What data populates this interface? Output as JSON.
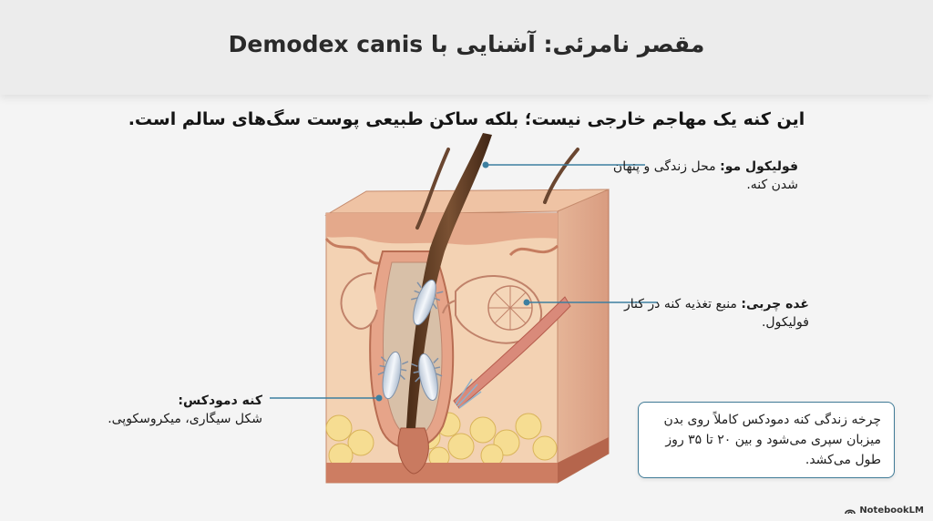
{
  "title": "مقصر نامرئی: آشنایی با Demodex canis",
  "subtitle": "این کنه یک مهاجم خارجی نیست؛ بلکه ساکن طبیعی پوست سگ‌های سالم است.",
  "labels": {
    "hair_follicle": {
      "term": "فولیکول مو:",
      "text": "محل زندگی و پنهان شدن کنه."
    },
    "sebaceous_gland": {
      "term": "غده چربی:",
      "text": "منبع تغذیه کنه در کنار فولیکول."
    },
    "demodex_mite": {
      "term": "کنه دمودکس:",
      "text": "شکل سیگاری، میکروسکوپی."
    }
  },
  "info_box": {
    "text": "چرخه زندگی کنه دمودکس کاملاً روی بدن میزبان سپری می‌شود و بین ۲۰ تا ۳۵ روز طول می‌کشد."
  },
  "brand": "NotebookLM",
  "colors": {
    "leader_line": "#3d7fa0",
    "skin_top": "#e8b79a",
    "dermis": "#f2cfae",
    "fat": "#f5dc8f",
    "hair": "#6b4426",
    "mite": "#dfe6ef"
  }
}
